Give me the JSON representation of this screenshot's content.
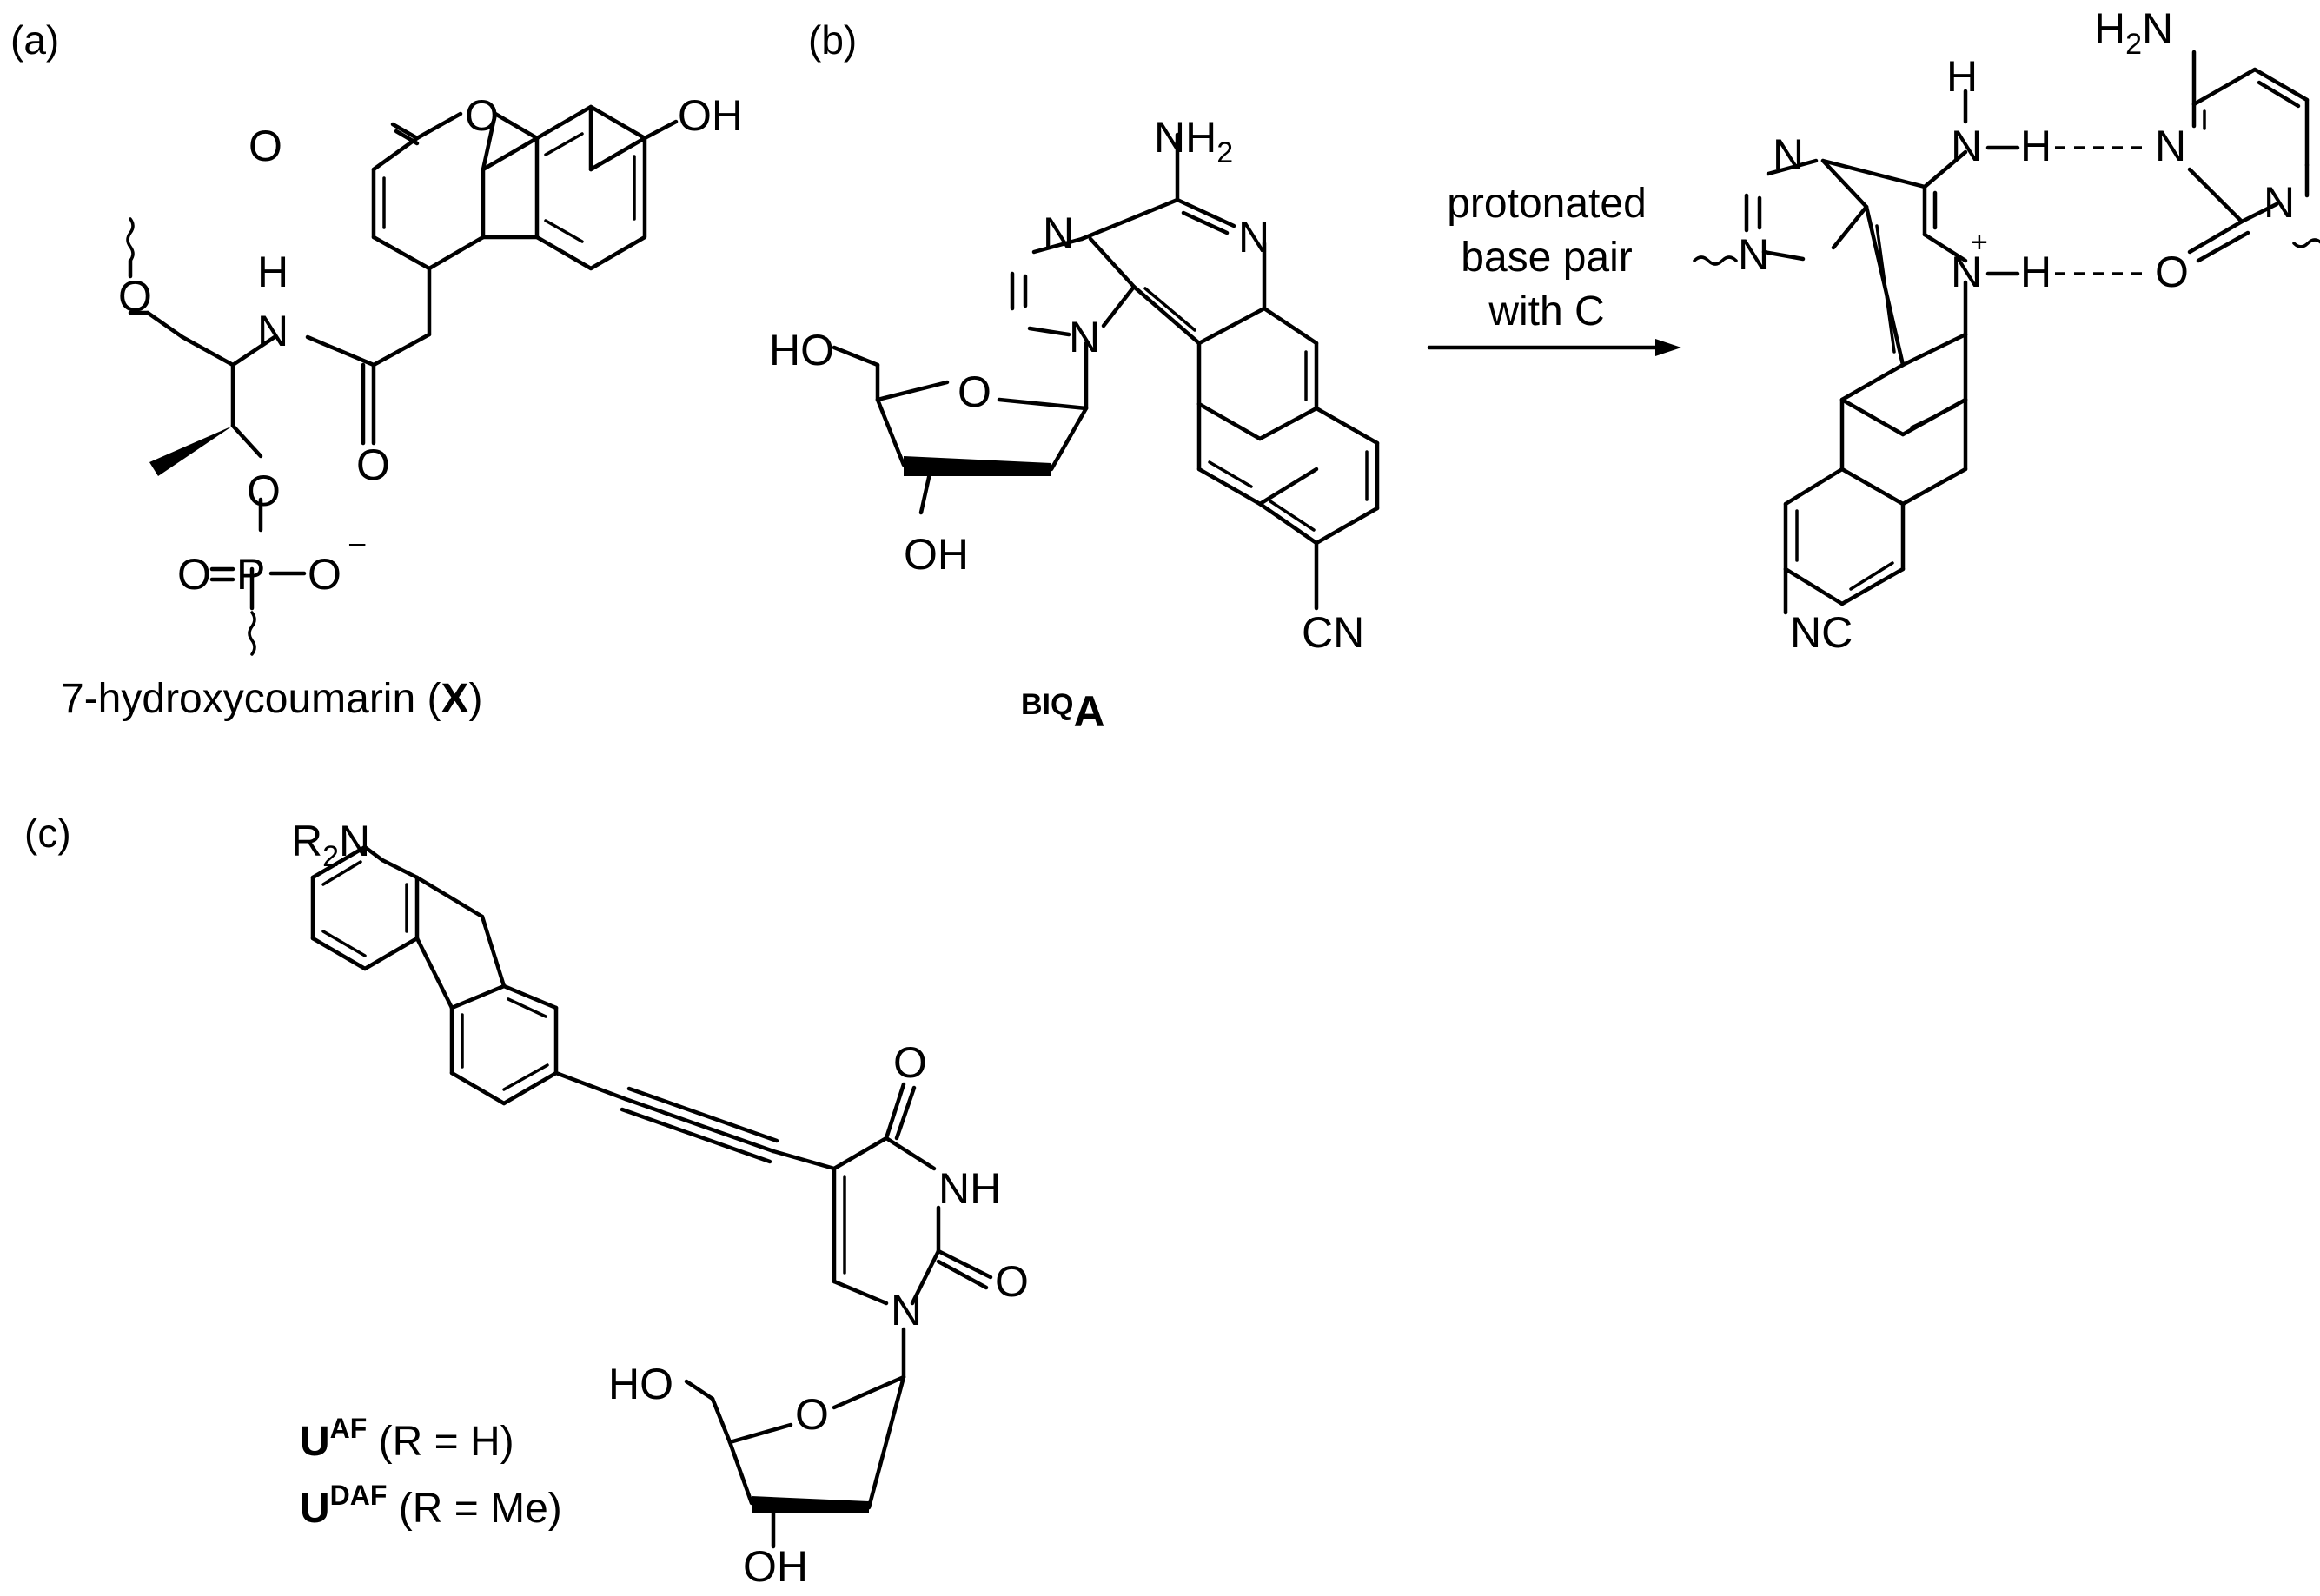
{
  "panel_labels": {
    "a": "(a)",
    "b": "(b)",
    "c": "(c)"
  },
  "panel_a": {
    "caption_prefix": "7-hydroxycoumarin (",
    "caption_bold": "X",
    "caption_suffix": ")",
    "atoms": {
      "o_ring": "O",
      "o_carbonyl": "O",
      "oh": "OH",
      "o_ether": "O",
      "nh_h": "H",
      "nh_n": "N",
      "o_amide": "O",
      "o_phos": "O",
      "p_o": "O",
      "p": "P",
      "p_o_minus": "O",
      "minus": "−"
    }
  },
  "panel_b": {
    "name_super": "BIQ",
    "name_base": "A",
    "arrow_text": [
      "protonated",
      "base pair",
      "with C"
    ],
    "atoms": {
      "nh2": "NH",
      "nh2_sub": "2",
      "n_imid": "N",
      "n_pyr": "N",
      "n_glyc": "N",
      "ho": "HO",
      "o_sugar": "O",
      "oh": "OH",
      "cn": "CN"
    }
  },
  "panel_b_pair": {
    "atoms": {
      "h2n": "H",
      "h2n_sub": "2",
      "h2n_n": "N",
      "h_top": "H",
      "n_amino": "N",
      "h_amino": "H",
      "n_cyt3": "N",
      "n_imid": "N",
      "n_glyc": "N",
      "n_plus": "N",
      "plus": "+",
      "h_plus": "H",
      "o_cyt": "O",
      "n_cyt1": "N",
      "nc": "NC"
    }
  },
  "panel_c": {
    "atoms": {
      "r2n": "R",
      "r2n_sub": "2",
      "r2n_n": "N",
      "o_top": "O",
      "nh": "NH",
      "o_right": "O",
      "n1": "N",
      "ho": "HO",
      "o_sugar": "O",
      "oh": "OH"
    },
    "legend": [
      {
        "name": "U",
        "sup": "AF",
        "desc": " (R = H)"
      },
      {
        "name": "U",
        "sup": "DAF",
        "desc": " (R = Me)"
      }
    ]
  }
}
